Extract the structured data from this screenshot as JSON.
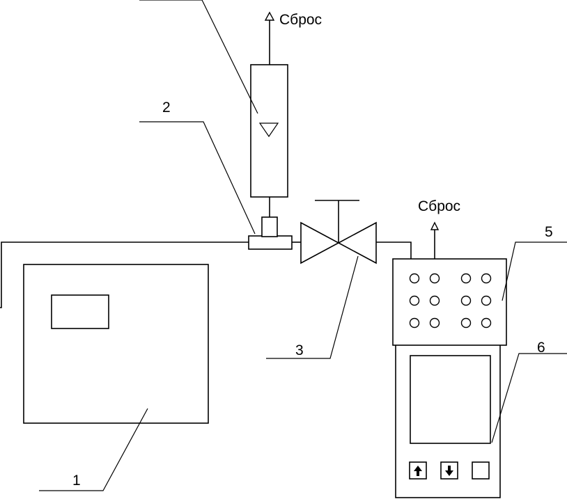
{
  "labels": {
    "vent_top": "Сброс",
    "vent_analyzer": "Сброс",
    "callout_1": "1",
    "callout_2": "2",
    "callout_3": "3",
    "callout_5": "5",
    "callout_6": "6"
  }
}
